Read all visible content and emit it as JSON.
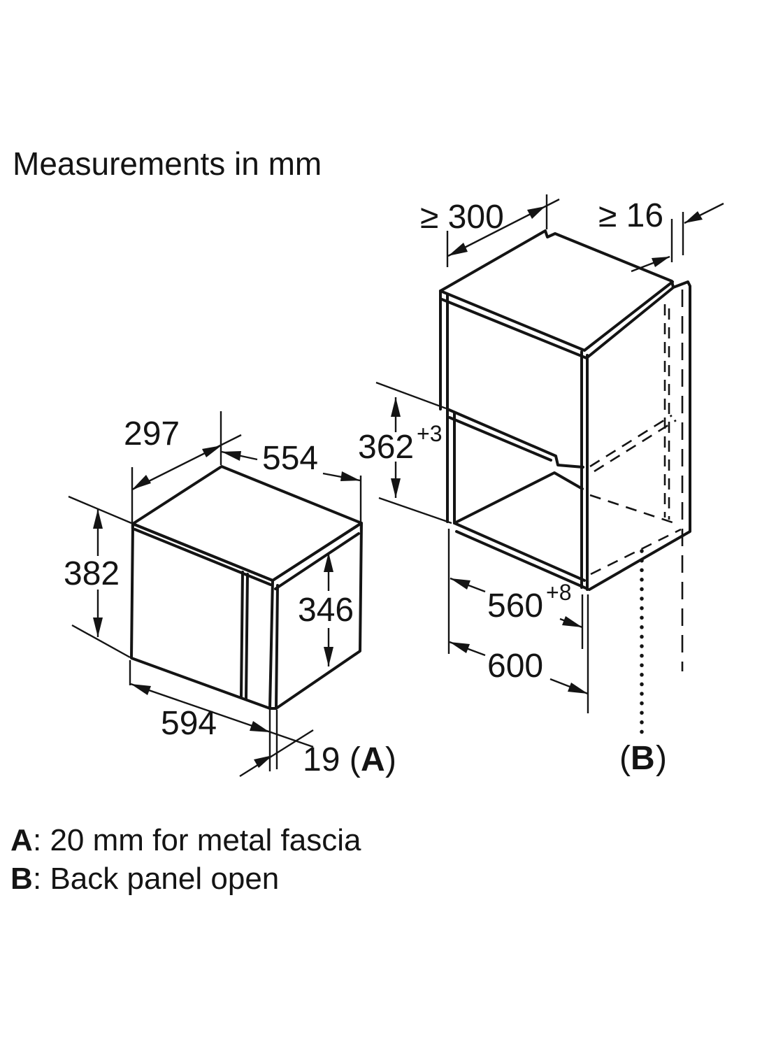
{
  "title": "Measurements in mm",
  "appliance": {
    "depth": "297",
    "width": "554",
    "height": "382",
    "side_height": "346",
    "bottom_width": "594",
    "fascia_pre": "19 (",
    "fascia_letter": "A",
    "fascia_post": ")"
  },
  "cabinet": {
    "top_clearance": "≥ 300",
    "rear_clearance": "≥ 16",
    "niche_height": "362",
    "niche_height_tol": "+3",
    "niche_width": "560",
    "niche_width_tol": "+8",
    "outer_width": "600",
    "back_pre": "(",
    "back_letter": "B",
    "back_post": ")"
  },
  "legend": [
    {
      "letter": "A",
      "text": ": 20 mm for metal fascia"
    },
    {
      "letter": "B",
      "text": ": Back panel open"
    }
  ],
  "colors": {
    "line": "#141414",
    "background": "#ffffff"
  }
}
